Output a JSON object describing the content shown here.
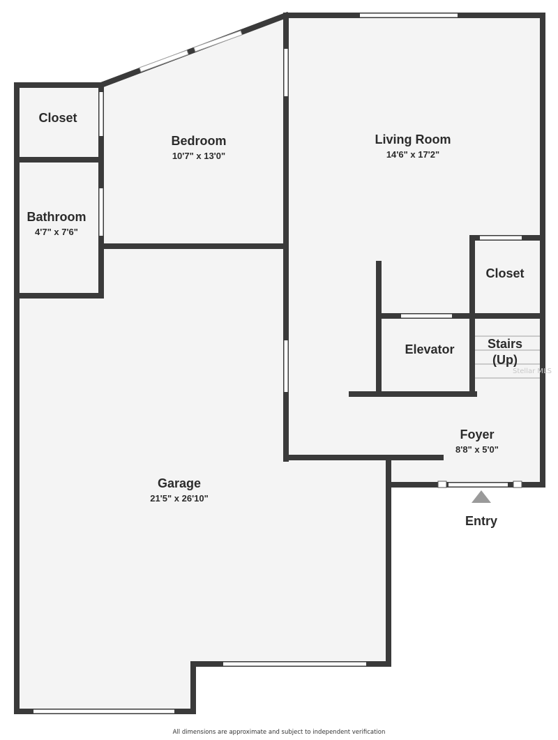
{
  "colors": {
    "wall": "#3a3a3a",
    "floor": "#f4f4f4",
    "window": "#ffffff",
    "text": "#2b2b2b"
  },
  "rooms": [
    {
      "id": "closet-bedroom",
      "name": "Closet",
      "dim": ""
    },
    {
      "id": "bedroom",
      "name": "Bedroom",
      "dim": "10'7\" x 13'0\""
    },
    {
      "id": "living-room",
      "name": "Living Room",
      "dim": "14'6\" x 17'2\""
    },
    {
      "id": "bathroom",
      "name": "Bathroom",
      "dim": "4'7\" x 7'6\""
    },
    {
      "id": "closet-living",
      "name": "Closet",
      "dim": ""
    },
    {
      "id": "elevator",
      "name": "Elevator",
      "dim": ""
    },
    {
      "id": "stairs",
      "name": "Stairs",
      "dim": "(Up)"
    },
    {
      "id": "foyer",
      "name": "Foyer",
      "dim": "8'8\" x 5'0\""
    },
    {
      "id": "garage",
      "name": "Garage",
      "dim": "21'5\" x 26'10\""
    }
  ],
  "entry": {
    "label": "Entry"
  },
  "watermark": "Stellar MLS",
  "footer": "All dimensions are approximate and subject to independent verification"
}
